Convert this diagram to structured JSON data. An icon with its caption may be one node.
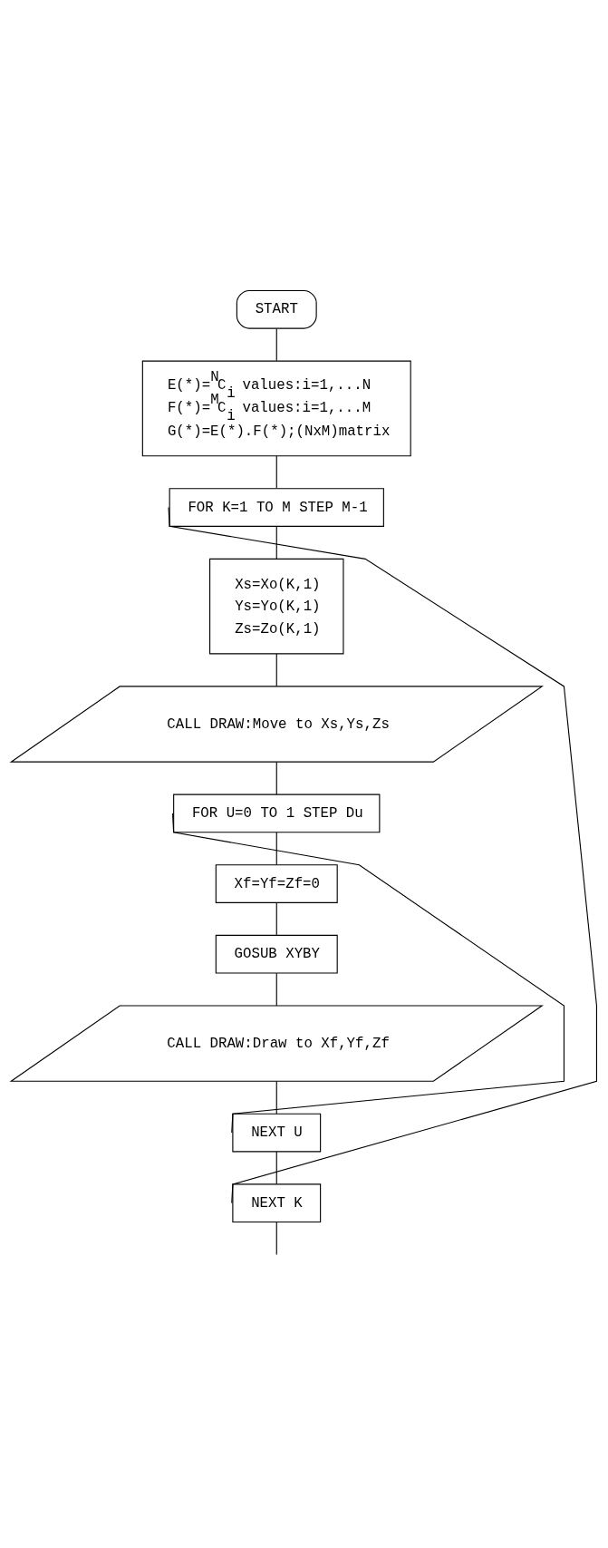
{
  "diagram": {
    "nodes": [
      {
        "text": [
          "START"
        ]
      },
      {
        "text": [
          "E(*)=$^{N}$C$_{i}$ values:i=1,...N",
          "F(*)=$^{M}$C$_{i}$ values:i=1,...M",
          "G(*)=E(*).F(*);(NxM)matrix"
        ]
      },
      {
        "text": [
          "FOR K=1 TO M STEP M-1"
        ]
      },
      {
        "text": [
          "Xs=Xo(K,1)",
          "Ys=Yo(K,1)",
          "Zs=Zo(K,1)"
        ]
      },
      {
        "text": [
          "CALL DRAW:Move to Xs,Ys,Zs"
        ]
      },
      {
        "text": [
          "FOR U=0 TO 1 STEP Du"
        ]
      },
      {
        "text": [
          "Xf=Yf=Zf=0"
        ]
      },
      {
        "text": [
          "GOSUB XYBY"
        ]
      },
      {
        "text": [
          "CALL DRAW:Draw to Xf,Yf,Zf"
        ]
      },
      {
        "text": [
          "NEXT U"
        ]
      },
      {
        "text": [
          "NEXT K"
        ]
      }
    ],
    "edges": [
      {
        "from": 0,
        "to": 1,
        "arrow": "none"
      },
      {
        "from": 1,
        "to": 2,
        "arrow": "none"
      },
      {
        "from": 2,
        "to": 3,
        "arrow": "none"
      },
      {
        "from": 3,
        "to": 4,
        "arrow": "none"
      },
      {
        "from": 4,
        "to": 5,
        "arrow": "none"
      },
      {
        "from": 5,
        "to": 6,
        "arrow": "none"
      },
      {
        "from": 6,
        "to": 7,
        "arrow": "none"
      },
      {
        "from": 7,
        "to": 8,
        "arrow": "none"
      },
      {
        "from": 8,
        "to": 9,
        "arrow": "none"
      },
      {
        "from": 9,
        "to": 10,
        "arrow": "none"
      },
      {
        "from": 9,
        "to": 5,
        "arrow": "none"
      },
      {
        "from": 10,
        "to": 2,
        "arrow": "none"
      },
      {
        "from": 10,
        "to": null,
        "arrow": "none"
      }
    ]
  }
}
